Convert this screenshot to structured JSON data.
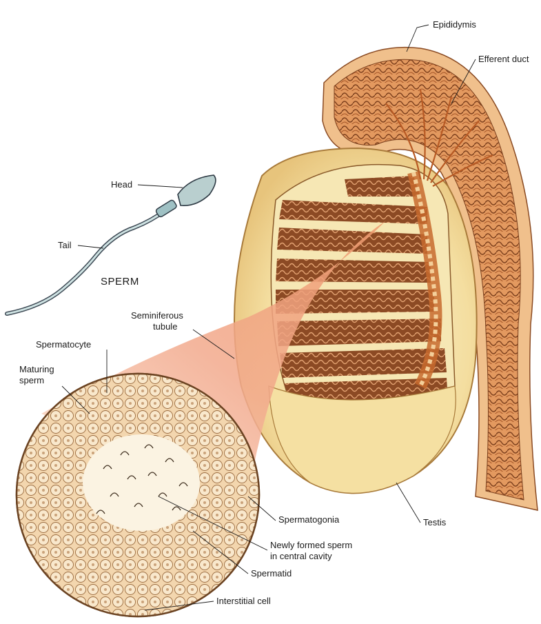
{
  "labels": {
    "epididymis": "Epididymis",
    "efferent_duct": "Efferent duct",
    "head": "Head",
    "tail": "Tail",
    "sperm": "SPERM",
    "seminiferous_line1": "Seminiferous",
    "seminiferous_line2": "tubule",
    "spermatocyte": "Spermatocyte",
    "maturing_line1": "Maturing",
    "maturing_line2": "sperm",
    "spermatogonia": "Spermatogonia",
    "testis": "Testis",
    "newly_line1": "Newly formed sperm",
    "newly_line2": "in central cavity",
    "spermatid": "Spermatid",
    "interstitial": "Interstitial cell"
  },
  "colors": {
    "tissue_orange": "#d98a4a",
    "tissue_dark": "#7a3e1c",
    "testis_cream": "#f6e7b4",
    "tunnel_pink": "#f3b99a",
    "cell_fill": "#f7e3c4"
  }
}
